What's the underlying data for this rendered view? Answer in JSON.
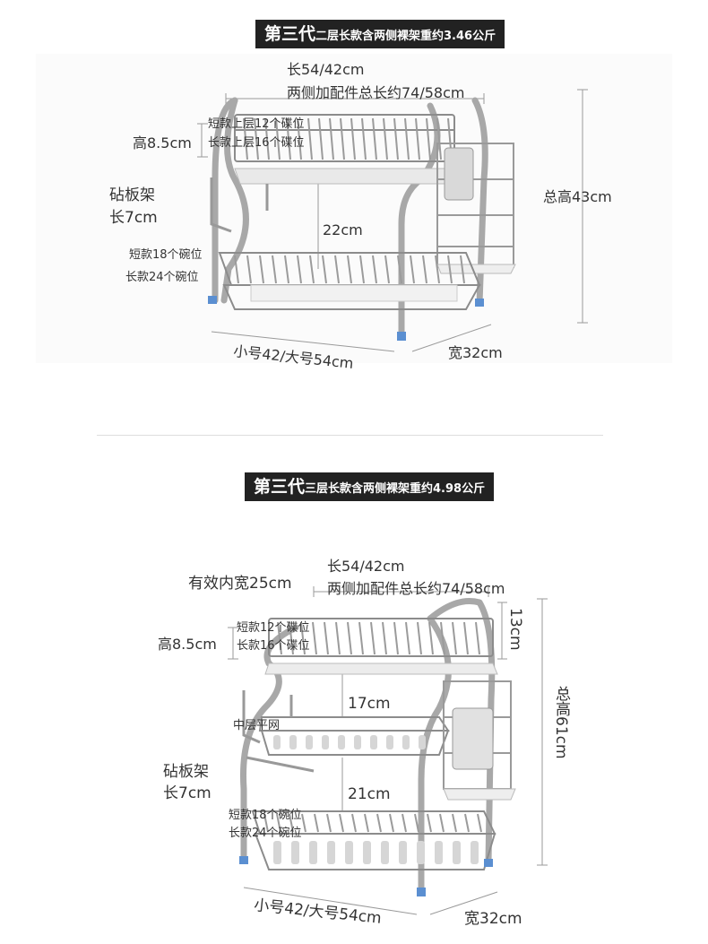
{
  "product1": {
    "badge_main": "第三代",
    "badge_sub": "二层长款含两侧裸架重约3.46公斤",
    "length": "长54/42cm",
    "total_length": "两侧加配件总长约74/58cm",
    "height_small": "高8.5cm",
    "plates_short": "短款上层12个碟位",
    "plates_long": "长款上层16个碟位",
    "cutting_board": "砧板架",
    "cutting_board_len": "长7cm",
    "gap": "22cm",
    "bowls_short": "短款18个碗位",
    "bowls_long": "长款24个碗位",
    "total_height": "总高43cm",
    "size": "小号42/大号54cm",
    "width": "宽32cm"
  },
  "product2": {
    "badge_main": "第三代",
    "badge_sub": "三层长款含两侧裸架重约4.98公斤",
    "inner_width": "有效内宽25cm",
    "length": "长54/42cm",
    "total_length": "两侧加配件总长约74/58cm",
    "top_height": "13cm",
    "height_small": "高8.5cm",
    "plates_short": "短款12个碟位",
    "plates_long": "长款16个碟位",
    "gap1": "17cm",
    "mid_net": "中层平网",
    "total_height": "总高61cm",
    "cutting_board": "砧板架",
    "cutting_board_len": "长7cm",
    "gap2": "21cm",
    "bowls_short": "短款18个碗位",
    "bowls_long": "长款24个碗位",
    "size": "小号42/大号54cm",
    "width": "宽32cm"
  }
}
